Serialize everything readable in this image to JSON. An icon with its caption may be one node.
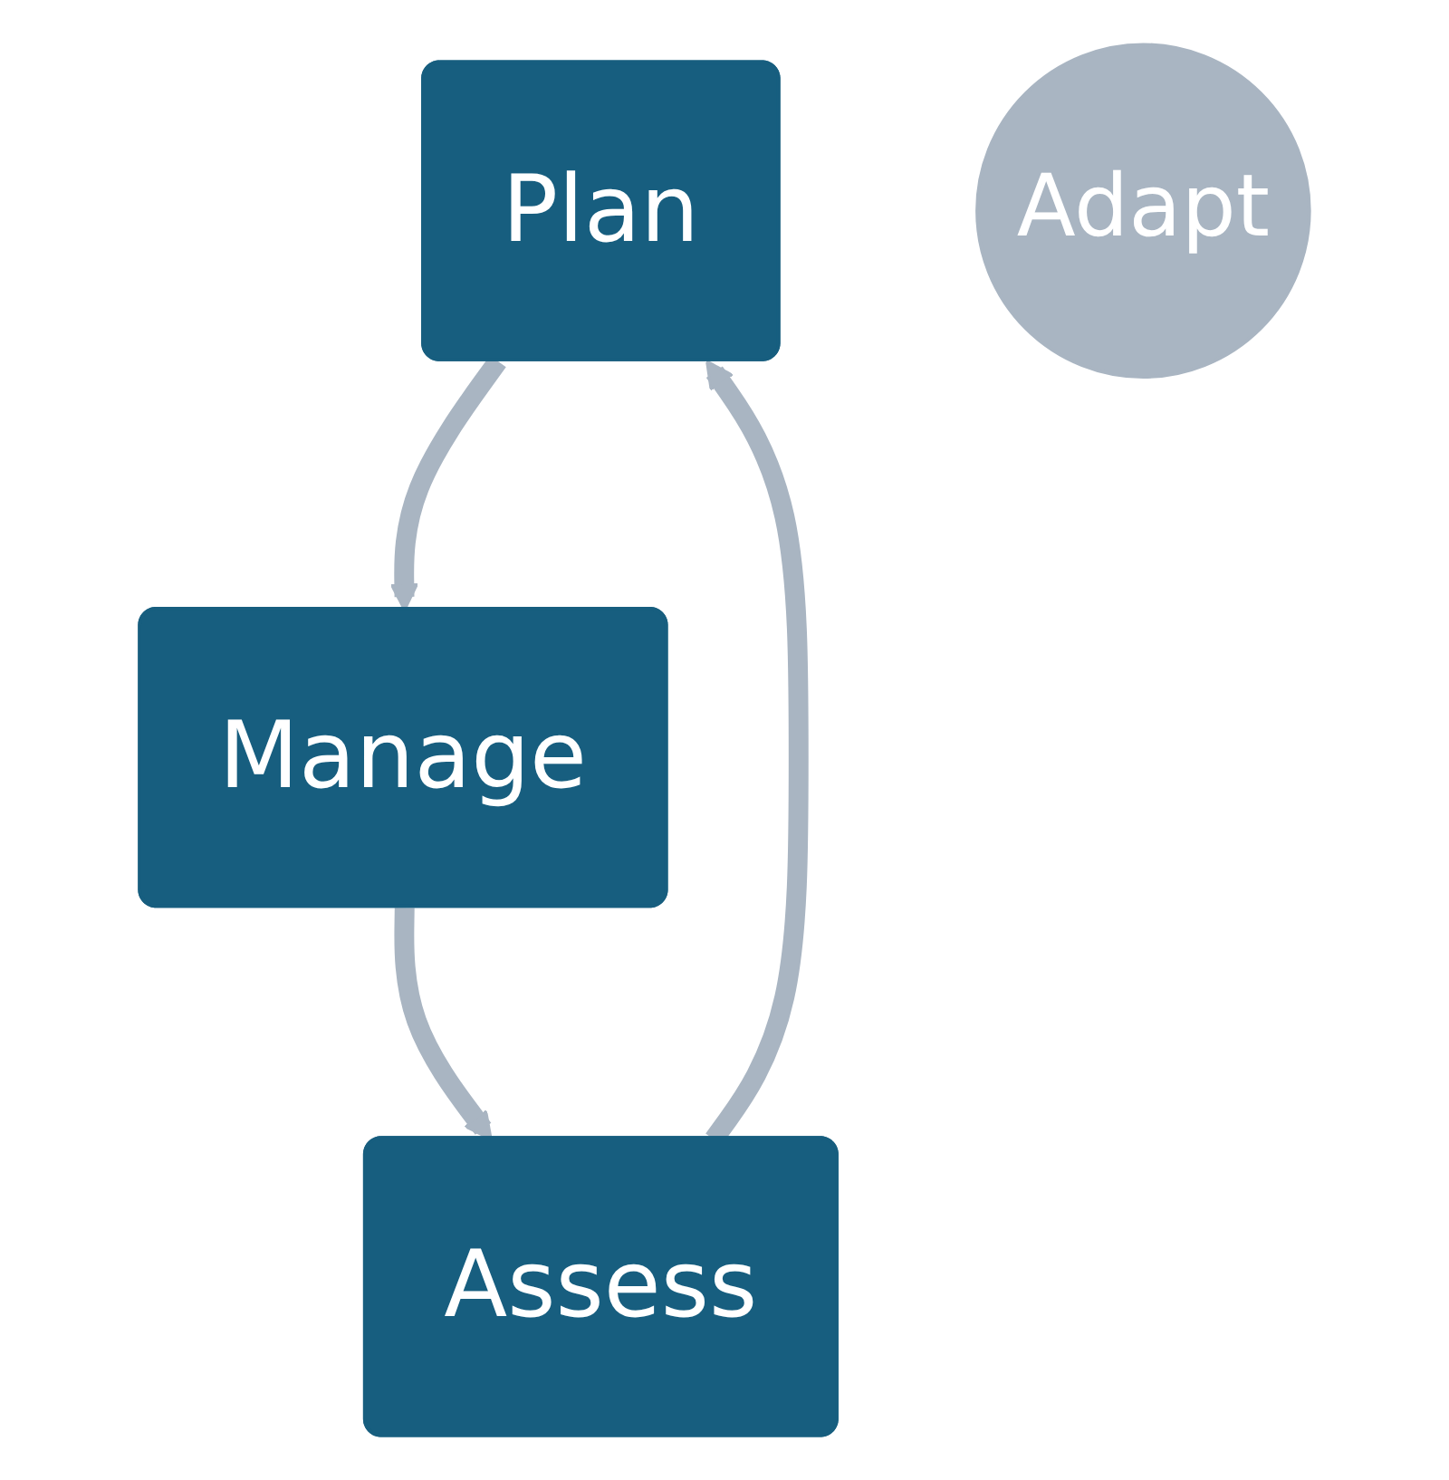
{
  "diagram": {
    "nodes": [
      {
        "text": [
          "Plan"
        ]
      },
      {
        "text": [
          "Manage"
        ]
      },
      {
        "text": [
          "Adapt"
        ]
      },
      {
        "text": [
          "Assess"
        ]
      }
    ],
    "edges": [
      {
        "from": 0,
        "to": 1,
        "arrow": "to"
      },
      {
        "from": 1,
        "to": 3,
        "arrow": "to"
      },
      {
        "from": 3,
        "to": 0,
        "arrow": "to"
      }
    ]
  }
}
